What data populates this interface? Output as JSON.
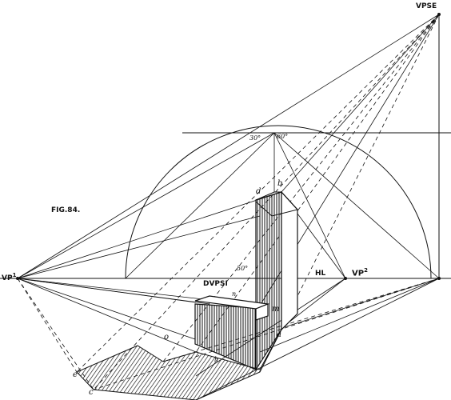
{
  "labels": {
    "vpse": "VPSE",
    "fig": "FIG.84.",
    "vp1": "VP",
    "vp1_sup": "1",
    "vp2": "VP",
    "vp2_sup": "2",
    "hl": "HL",
    "dvpsi": "DVPSI",
    "angle30": "30°",
    "angle60": "60°",
    "angle50": "50°",
    "pt_b": "b",
    "pt_d": "d",
    "pt_a": "a",
    "pt_m": "m",
    "pt_n": "n",
    "pt_o": "o",
    "pt_e": "e",
    "pt_c": "c",
    "pt_h": "h"
  }
}
